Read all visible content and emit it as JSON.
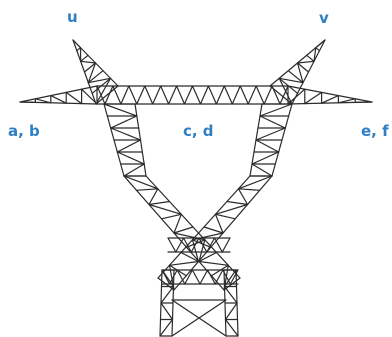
{
  "labels": {
    "u": "u",
    "v": "v",
    "ab": "a, b",
    "cd": "c, d",
    "ef": "e, f"
  },
  "colors": {
    "truss_stroke": "#2b2b2b",
    "label_color": "#2f7fc3",
    "background": "#ffffff"
  }
}
